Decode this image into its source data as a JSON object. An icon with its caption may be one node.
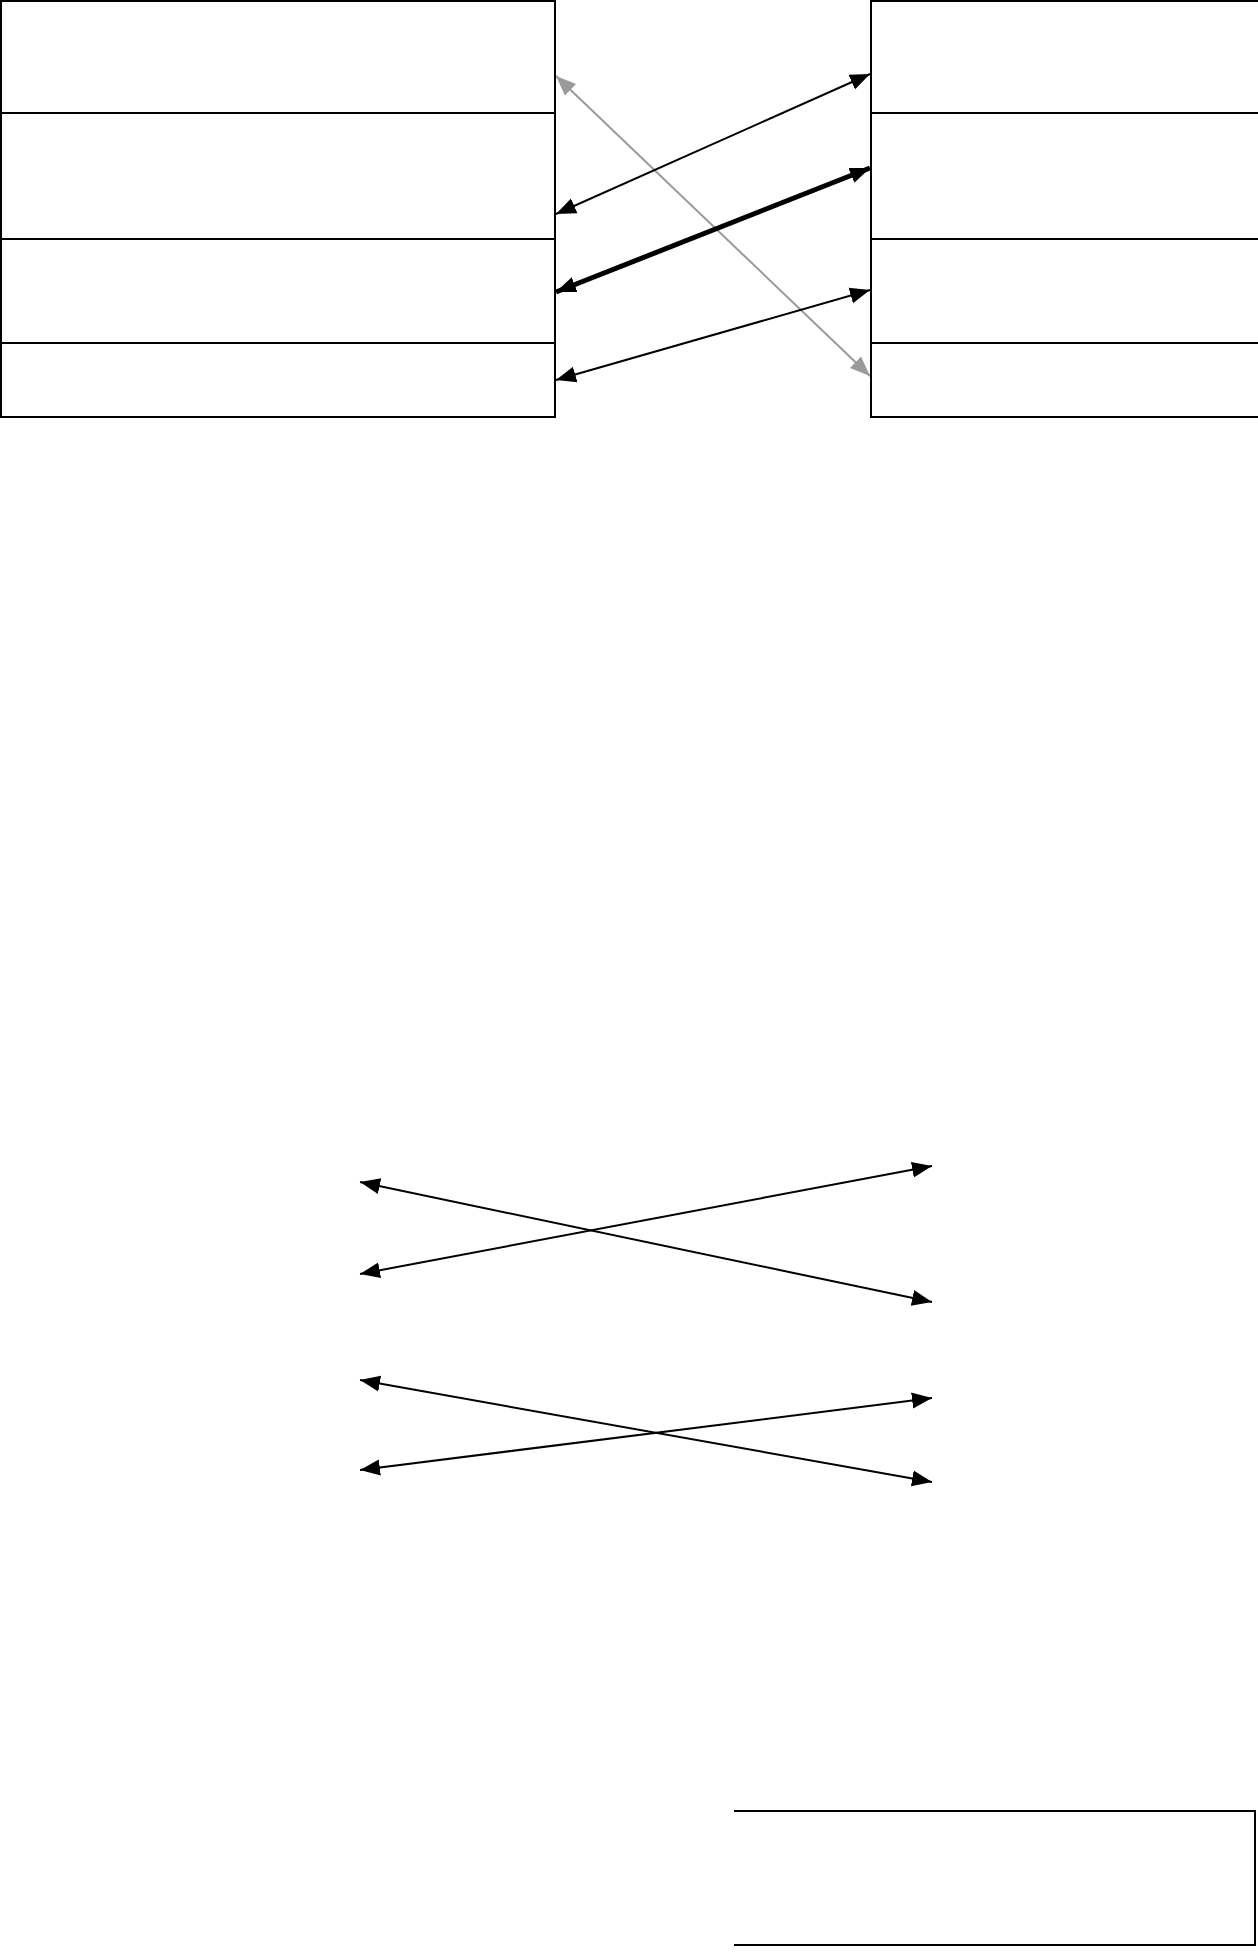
{
  "diagram": {
    "nodes": [
      {
        "text": [],
        "shape": "box"
      },
      {
        "text": [],
        "shape": "box"
      },
      {
        "text": [],
        "shape": "box"
      },
      {
        "text": [],
        "shape": "box"
      },
      {
        "text": [],
        "shape": "box"
      },
      {
        "text": [],
        "shape": "box"
      },
      {
        "text": [],
        "shape": "box"
      },
      {
        "text": [],
        "shape": "box"
      },
      {
        "text": [],
        "shape": "box"
      }
    ],
    "edges": [
      {
        "from": 0,
        "to": 7,
        "arrow": "both",
        "color": "#9a9a9a"
      },
      {
        "from": 1,
        "to": 4,
        "arrow": "both"
      },
      {
        "from": 2,
        "to": 5,
        "arrow": "both",
        "style": "thick"
      },
      {
        "from": 3,
        "to": 6,
        "arrow": "both"
      }
    ]
  }
}
